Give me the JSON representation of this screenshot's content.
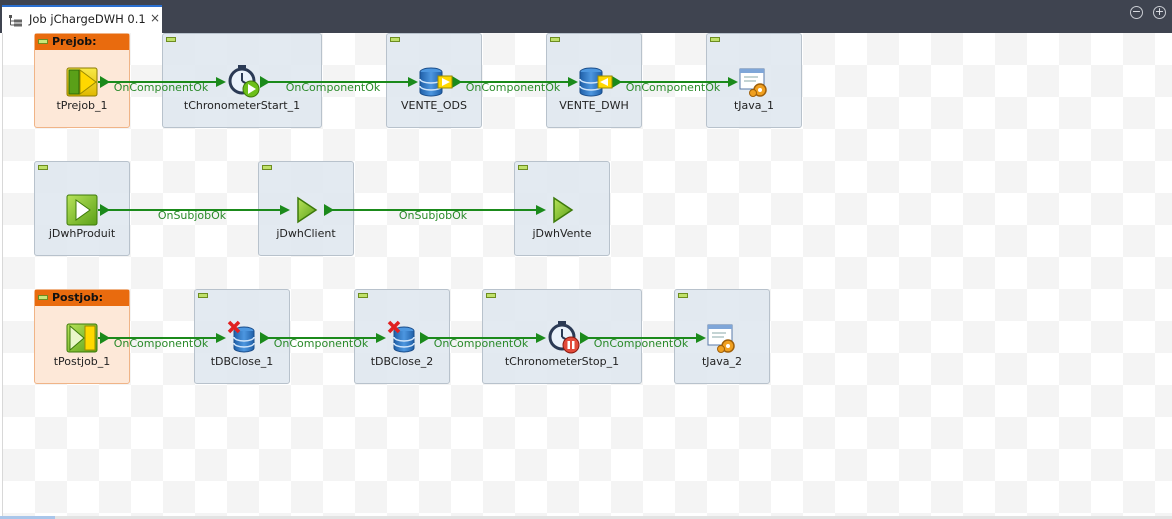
{
  "tab": {
    "title": "Job jChargeDWH 0.1",
    "close": "×"
  },
  "window_controls": {
    "minimize": "−",
    "maximize": "+"
  },
  "subjobs": {
    "prejob_title": "Prejob:",
    "postjob_title": "Postjob:"
  },
  "components": {
    "tPrejob_1": "tPrejob_1",
    "tChronometerStart_1": "tChronometerStart_1",
    "VENTE_ODS": "VENTE_ODS",
    "VENTE_DWH": "VENTE_DWH",
    "tJava_1": "tJava_1",
    "jDwhProduit": "jDwhProduit",
    "jDwhClient": "jDwhClient",
    "jDwhVente": "jDwhVente",
    "tPostjob_1": "tPostjob_1",
    "tDBClose_1": "tDBClose_1",
    "tDBClose_2": "tDBClose_2",
    "tChronometerStop_1": "tChronometerStop_1",
    "tJava_2": "tJava_2"
  },
  "links": {
    "r1_1": "OnComponentOk",
    "r1_2": "OnComponentOk",
    "r1_3": "OnComponentOk",
    "r1_4": "OnComponentOk",
    "r2_1": "OnSubjobOk",
    "r2_2": "OnSubjobOk",
    "r3_1": "OnComponentOk",
    "r3_2": "OnComponentOk",
    "r3_3": "OnComponentOk",
    "r3_4": "OnComponentOk"
  },
  "colors": {
    "link_green": "#1b8a1b",
    "subjob_header": "#e96b0e",
    "tab_bar": "#3f4450"
  }
}
